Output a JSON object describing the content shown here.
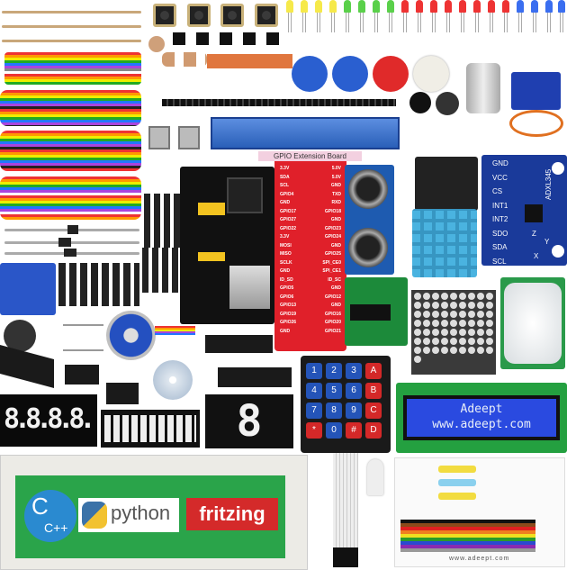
{
  "gpio_board": {
    "title": "GPIO Extension Board",
    "left_pins": [
      "3.3V",
      "SDA",
      "SCL",
      "GPIO4",
      "GND",
      "GPIO17",
      "GPIO27",
      "GPIO22",
      "3.3V",
      "MOSI",
      "MISO",
      "SCLK",
      "GND",
      "ID_SD",
      "GPIO5",
      "GPIO6",
      "GPIO13",
      "GPIO19",
      "GPIO26",
      "GND"
    ],
    "right_pins": [
      "5.0V",
      "5.0V",
      "GND",
      "TXD",
      "RXD",
      "GPIO18",
      "GND",
      "GPIO23",
      "GPIO24",
      "GND",
      "GPIO25",
      "SPI_CE0",
      "SPI_CE1",
      "ID_SC",
      "GND",
      "GPIO12",
      "GND",
      "GPIO16",
      "GPIO20",
      "GPIO21"
    ]
  },
  "accelerometer": {
    "pins": [
      "GND",
      "VCC",
      "CS",
      "INT1",
      "INT2",
      "SDO",
      "SDA",
      "SCL"
    ],
    "chip": "ADXL345",
    "axes": [
      "X",
      "Y",
      "Z"
    ]
  },
  "lcd": {
    "line1": "Adeept",
    "line2": "www.adeept.com"
  },
  "keypad": {
    "keys": [
      "1",
      "2",
      "3",
      "A",
      "4",
      "5",
      "6",
      "B",
      "7",
      "8",
      "9",
      "C",
      "*",
      "0",
      "#",
      "D"
    ]
  },
  "seven_segment_4digit": "8.8.8.8.",
  "seven_segment_1digit": "8",
  "logos": {
    "c": "C",
    "cpp": "C++",
    "python": "python",
    "fritzing": "fritzing"
  },
  "resistor_card": {
    "url": "www.adeept.com"
  }
}
